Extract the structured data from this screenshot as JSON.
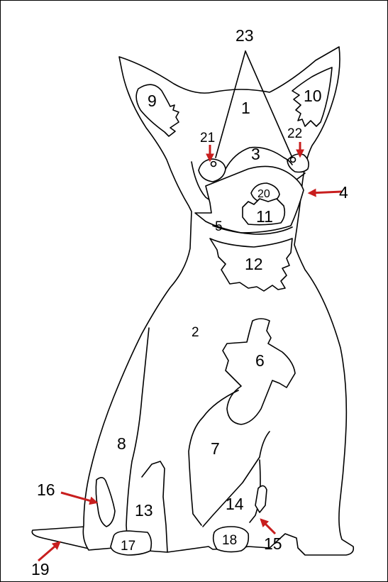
{
  "labels": {
    "l1": "1",
    "l2": "2",
    "l3": "3",
    "l4": "4",
    "l5": "5",
    "l6": "6",
    "l7": "7",
    "l8": "8",
    "l9": "9",
    "l10": "10",
    "l11": "11",
    "l12": "12",
    "l13": "13",
    "l14": "14",
    "l15": "15",
    "l16": "16",
    "l17": "17",
    "l18": "18",
    "l19": "19",
    "l20": "20",
    "l21": "21",
    "l22": "22",
    "l23": "23"
  },
  "colors": {
    "arrow": "#c81e1e",
    "stroke": "#000000"
  }
}
